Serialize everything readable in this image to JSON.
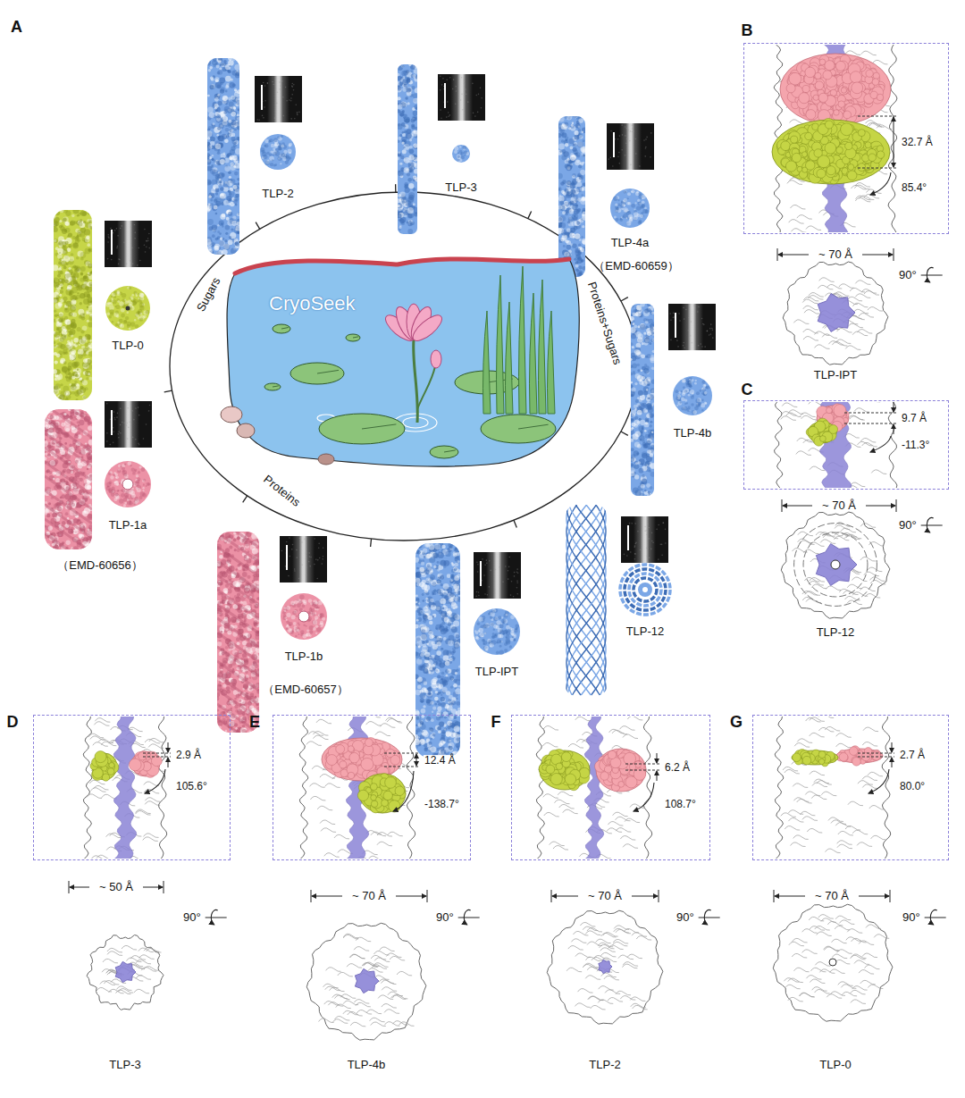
{
  "diagram": {
    "nodes": [
      {
        "text": [
          "CryoSeek"
        ]
      },
      {
        "text": [
          "32.7 Å",
          "85.4°"
        ]
      },
      {
        "text": [
          "9.7 Å",
          "-11.3°"
        ]
      },
      {
        "text": [
          "2.9 Å",
          "105.6°"
        ]
      },
      {
        "text": [
          "12.4 Å",
          "-138.7°"
        ]
      },
      {
        "text": [
          "6.2 Å",
          "108.7°"
        ]
      },
      {
        "text": [
          "2.7 Å",
          "80.0°"
        ]
      }
    ],
    "labels": [
      "A",
      "TLP-2",
      "TLP-3",
      "B",
      "Sugars",
      "Proteins+Sugars",
      "TLP-4a",
      "（EMD-60659）",
      "TLP-0",
      "~ 70 Å",
      "90°",
      "TLP-IPT",
      "TLP-4b",
      "C",
      "TLP-1a",
      "（EMD-60656）",
      "Proteins",
      "TLP-1b",
      "（EMD-60657）",
      "TLP-IPT",
      "TLP-12",
      "~ 70 Å",
      "90°",
      "TLP-12",
      "D",
      "E",
      "F",
      "G",
      "~ 50 Å",
      "90°",
      "TLP-3",
      "~ 70 Å",
      "90°",
      "TLP-4b",
      "~ 70 Å",
      "90°",
      "TLP-2",
      "~ 70 Å",
      "90°",
      "TLP-0"
    ]
  }
}
